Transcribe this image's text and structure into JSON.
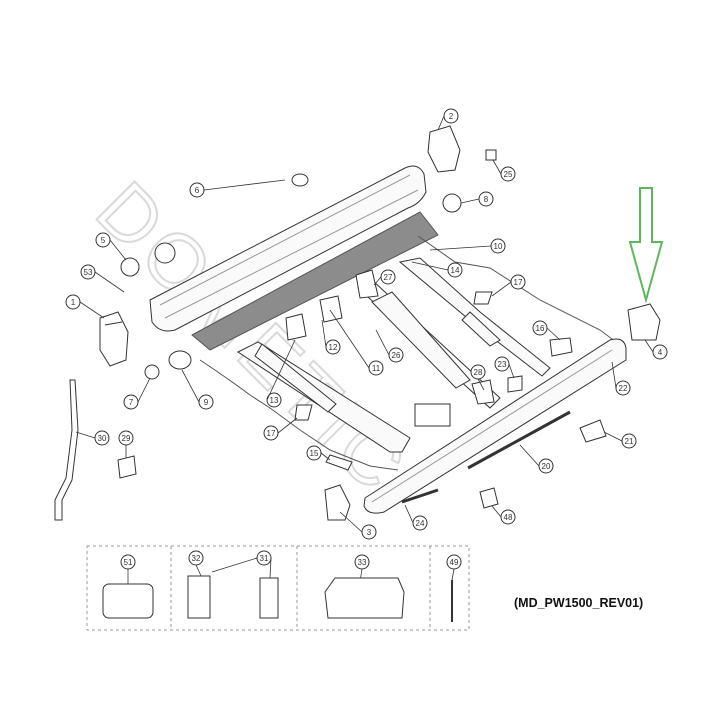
{
  "watermark": "DOMETIC",
  "reference_code": "(MD_PW1500_REV01)",
  "part_numbers": [
    "1",
    "2",
    "3",
    "4",
    "5",
    "6",
    "7",
    "8",
    "9",
    "10",
    "11",
    "12",
    "13",
    "14",
    "15",
    "16",
    "17",
    "17",
    "20",
    "21",
    "22",
    "23",
    "24",
    "25",
    "26",
    "27",
    "28",
    "29",
    "30",
    "31",
    "32",
    "33",
    "48",
    "49",
    "51",
    "53"
  ],
  "arrow_color": "#5cb85c",
  "line_color": "#333333"
}
